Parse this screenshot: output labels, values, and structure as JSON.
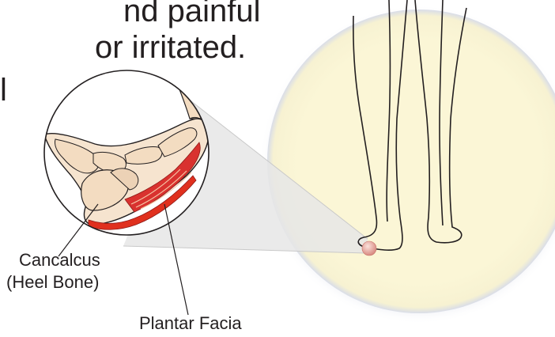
{
  "intro_text": {
    "line1": "nd painful",
    "line2": "or irritated.",
    "line3": "l"
  },
  "labels": {
    "heel_bone_line1": "Cancalcus",
    "heel_bone_line2": "(Heel Bone)",
    "plantar": "Plantar Facia"
  },
  "colors": {
    "text": "#231f20",
    "outline": "#231f20",
    "circle_fill": "#fbf6d6",
    "bone": "#f3dcc1",
    "bone_shadow": "#e3c5a5",
    "muscle": "#d9322f",
    "fascia": "#e0301e",
    "pain_spot": "#e8a7a0",
    "magnifier_cone": "#e9e9e9"
  },
  "icons": {
    "pain_spot": "pain-spot-icon"
  }
}
